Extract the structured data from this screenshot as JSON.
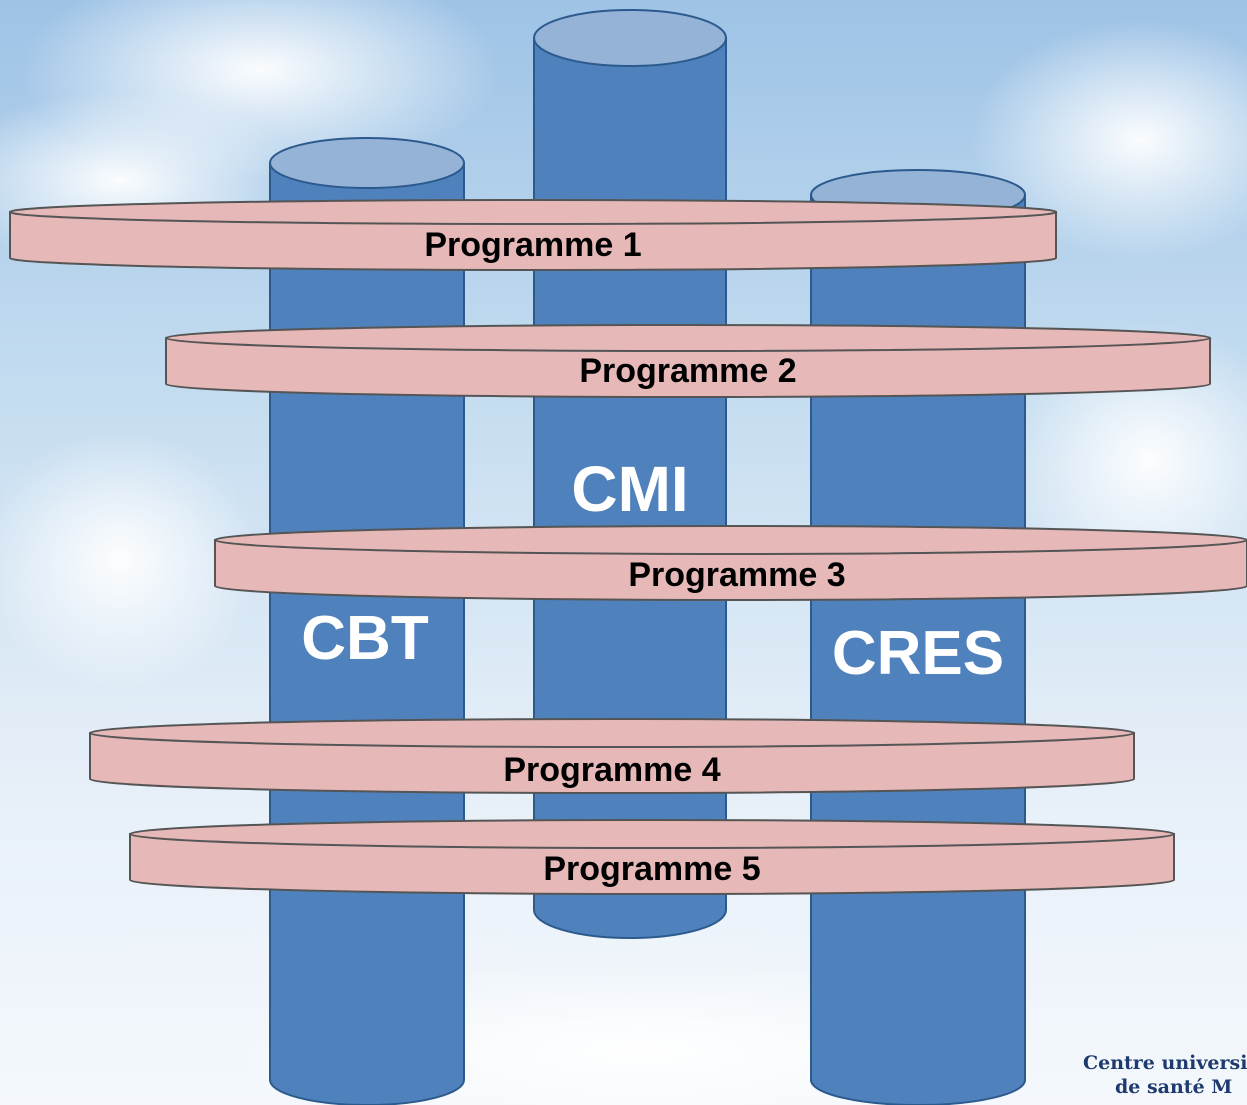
{
  "pillars": {
    "cbt": {
      "label": "CBT"
    },
    "cmi": {
      "label": "CMI"
    },
    "cres": {
      "label": "CRES"
    }
  },
  "programmes": [
    {
      "label": "Programme 1"
    },
    {
      "label": "Programme 2"
    },
    {
      "label": "Programme 3"
    },
    {
      "label": "Programme 4"
    },
    {
      "label": "Programme 5"
    }
  ],
  "footer": {
    "line1": "Centre universi",
    "line2": "de santé M"
  },
  "colors": {
    "pillar": "#4f81bd",
    "pillar_top": "#95b3d7",
    "pillar_stroke": "#2c5a8c",
    "ring": "#e6b9b8",
    "ring_stroke": "#555555",
    "footer_text": "#1f3a6e"
  }
}
